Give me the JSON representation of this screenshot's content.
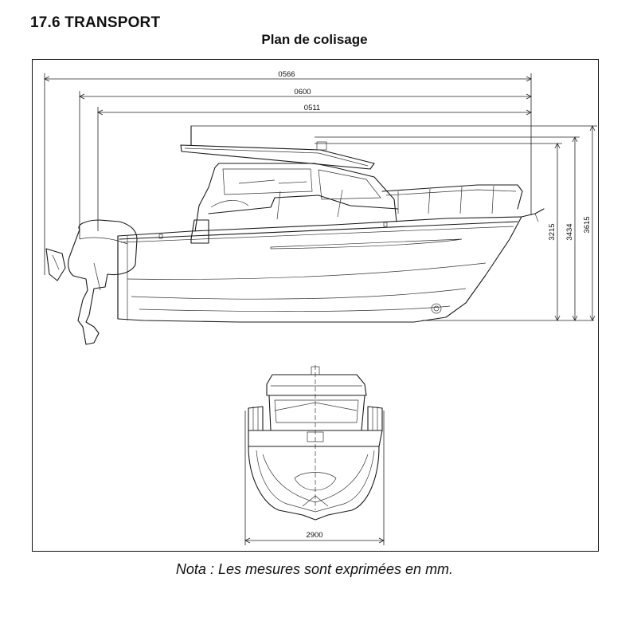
{
  "header": {
    "section_title": "17.6  TRANSPORT",
    "plan_title": "Plan de colisage"
  },
  "dimensions": {
    "length_overall": "0566",
    "length_mid": "0600",
    "length_hull": "0511",
    "height_1": "3215",
    "height_2": "3434",
    "height_3": "3615",
    "beam": "2900"
  },
  "footer": {
    "note": "Nota : Les mesures sont exprimées en mm."
  }
}
